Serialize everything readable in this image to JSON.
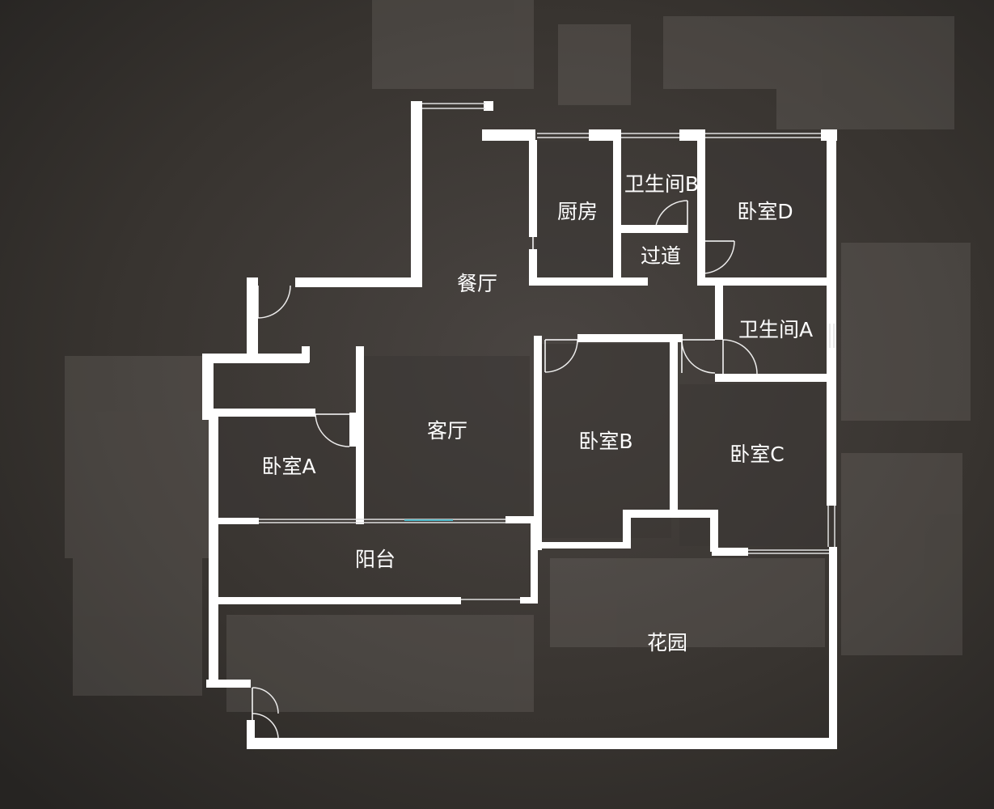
{
  "rooms": {
    "dining": "餐厅",
    "kitchen": "厨房",
    "bathroom_b": "卫生间B",
    "bedroom_d": "卧室D",
    "corridor": "过道",
    "bathroom_a": "卫生间A",
    "living": "客厅",
    "bedroom_a": "卧室A",
    "bedroom_b": "卧室B",
    "bedroom_c": "卧室C",
    "balcony": "阳台",
    "garden": "花园"
  },
  "colors": {
    "background": "#2b2928",
    "walls": "#ffffff",
    "glass_accent": "#4fb8c8"
  }
}
